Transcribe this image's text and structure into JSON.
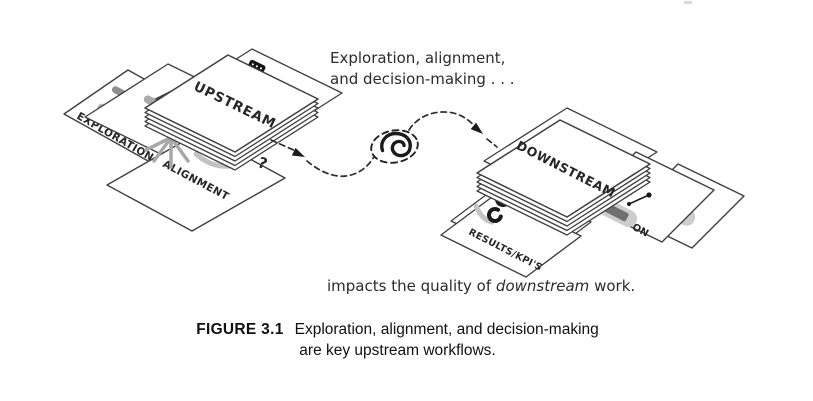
{
  "annotation_top": {
    "line1": "Exploration, alignment,",
    "line2": "and decision-making . . ."
  },
  "annotation_bottom": {
    "prefix": "impacts the quality of",
    "emphasis": "downstream",
    "suffix": "work."
  },
  "caption": {
    "label": "FIGURE 3.1",
    "line1": "Exploration, alignment, and decision-making",
    "line2": "are key upstream workflows."
  },
  "upstream": {
    "stack_label": "UPSTREAM",
    "exploration_label": "EXPLORATION",
    "alignment_label": "ALIGNMENT",
    "question_mark": "?"
  },
  "downstream": {
    "stack_label": "DOWNSTREAM",
    "results_label": "RESULTS/KPI'S",
    "partial_label": "ON"
  },
  "colors": {
    "ink": "#2e2e2e",
    "card_stroke": "#3f3f3f",
    "accent_gray": "#b0b0b0",
    "background": "#ffffff"
  }
}
